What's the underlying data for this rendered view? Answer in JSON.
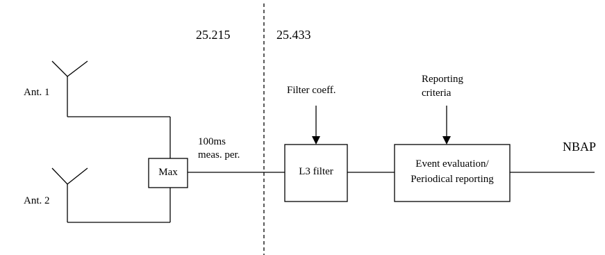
{
  "spec_left": "25.215",
  "spec_right": "25.433",
  "antenna_1": "Ant. 1",
  "antenna_2": "Ant. 2",
  "max_block": "Max",
  "meas_period": [
    "100ms",
    "meas. per."
  ],
  "filter_coeff": "Filter coeff.",
  "l3_filter": "L3 filter",
  "reporting_criteria": [
    "Reporting",
    "criteria"
  ],
  "event_block": [
    "Event evaluation/",
    "Periodical reporting"
  ],
  "output": "NBAP",
  "colors": {
    "line": "#000000",
    "background": "#ffffff"
  }
}
